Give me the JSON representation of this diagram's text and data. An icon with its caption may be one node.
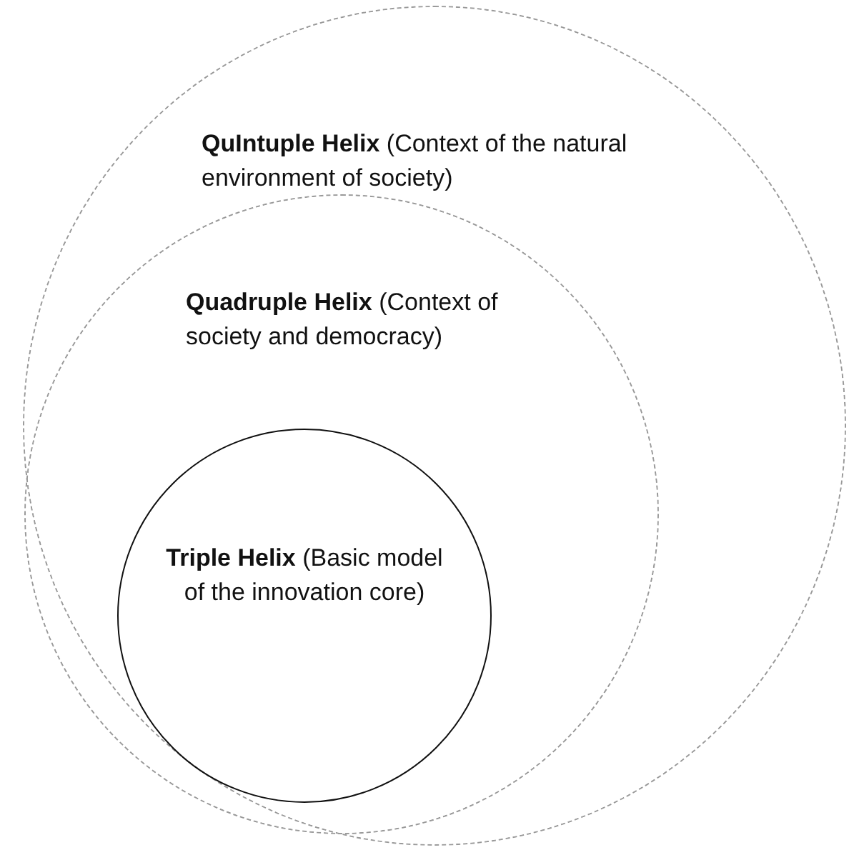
{
  "diagram": {
    "nodes": [
      {
        "text": [
          "**QuIntuple Helix** (Context of the natural environment of society)"
        ]
      },
      {
        "text": [
          "**Quadruple Helix** (Context of society and democracy)"
        ],
        "in": 0
      },
      {
        "text": [
          "**Triple Helix** (Basic model of the innovation core)"
        ],
        "in": 1
      }
    ]
  }
}
